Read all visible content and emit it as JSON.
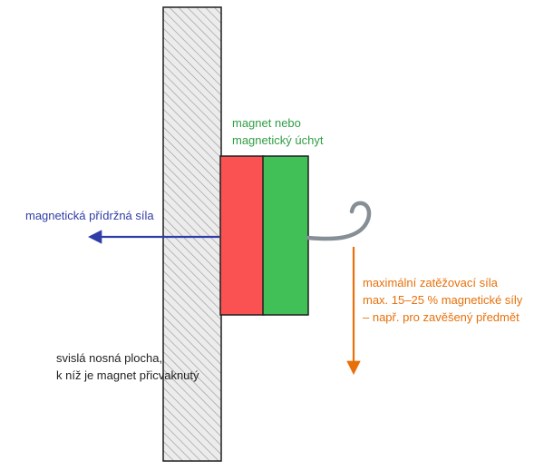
{
  "labels": {
    "magnet": [
      "magnet nebo",
      "magnetický úchyt"
    ],
    "holding_force": "magnetická přídržná síla",
    "load": [
      "maximální zatěžovací síla",
      "max. 15–25 % magnetické síly",
      "– např. pro zavěšený předmět"
    ],
    "surface": [
      "svislá nosná plocha,",
      "k níž je magnet přicvaknutý"
    ]
  },
  "colors": {
    "magnet_pole_red": "#fa5252",
    "magnet_pole_green": "#40c057",
    "magnet_label": "#2f9e44",
    "holding_force": "#2f3ea6",
    "load_force": "#e8700a",
    "hook": "#868e96",
    "outline": "#1e1e1e",
    "surface_hatch": "#9a9a9a",
    "surface_fill": "#ececec"
  }
}
